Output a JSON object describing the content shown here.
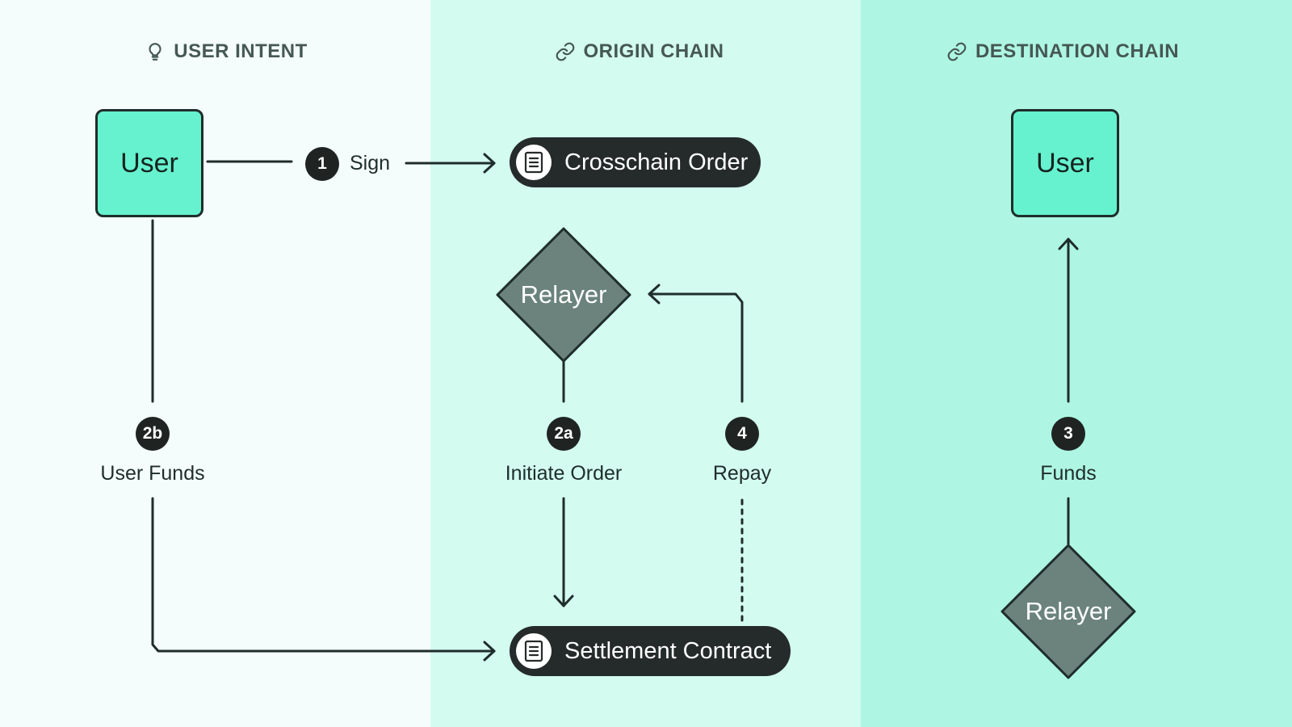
{
  "columns": [
    {
      "title": "USER INTENT",
      "icon": "lightbulb-icon"
    },
    {
      "title": "ORIGIN CHAIN",
      "icon": "link-icon"
    },
    {
      "title": "DESTINATION CHAIN",
      "icon": "link-icon"
    }
  ],
  "nodes": {
    "user_origin": "User",
    "user_destination": "User",
    "crosschain_order": "Crosschain Order",
    "settlement_contract": "Settlement Contract",
    "relayer_origin": "Relayer",
    "relayer_destination": "Relayer"
  },
  "steps": {
    "sign": {
      "badge": "1",
      "label": "Sign"
    },
    "user_funds": {
      "badge": "2b",
      "label": "User Funds"
    },
    "initiate_order": {
      "badge": "2a",
      "label": "Initiate Order"
    },
    "repay": {
      "badge": "4",
      "label": "Repay"
    },
    "funds": {
      "badge": "3",
      "label": "Funds"
    }
  },
  "colors": {
    "panel_user_intent": "#f4fdfb",
    "panel_origin_chain": "#d3fbf0",
    "panel_destination_chain": "#aef6e3",
    "user_box": "#66f2cf",
    "relayer_diamond": "#6b837c",
    "pill": "#252b2a",
    "line": "#1f2d2a"
  }
}
